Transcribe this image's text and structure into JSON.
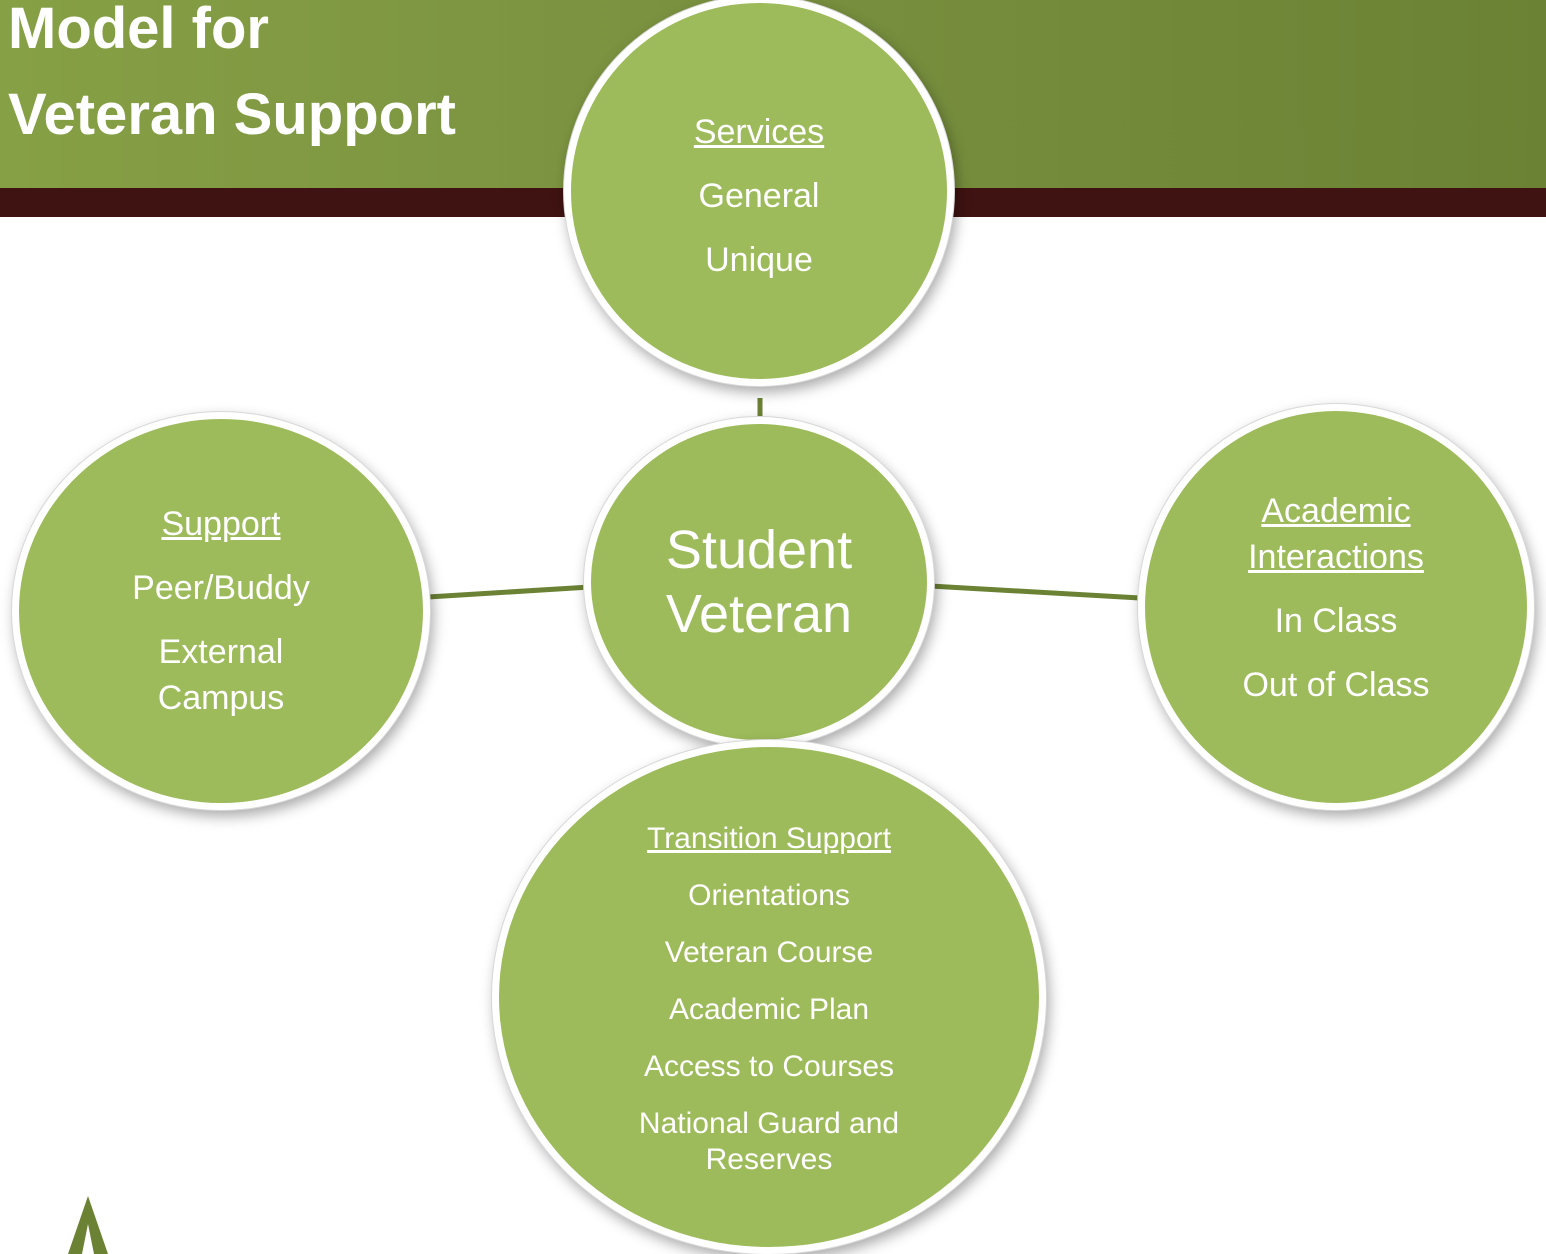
{
  "title": {
    "line1": "Model for",
    "line2": "Veteran Support"
  },
  "colors": {
    "header_green": "#7a9140",
    "header_rule": "#3f1312",
    "circle_fill": "#9dbb5a",
    "circle_border": "#ffffff",
    "connector": "#6b8234",
    "text": "#ffffff"
  },
  "center": {
    "line1": "Student",
    "line2": "Veteran"
  },
  "services": {
    "heading": "Services",
    "items": [
      "General",
      "Unique"
    ]
  },
  "support": {
    "heading": "Support",
    "items": [
      "Peer/Buddy",
      "External",
      "Campus"
    ]
  },
  "academic": {
    "heading_line1": "Academic",
    "heading_line2": "Interactions",
    "items": [
      "In Class",
      "Out of Class"
    ]
  },
  "transition": {
    "heading": "Transition Support",
    "items": [
      "Orientations",
      "Veteran Course",
      "Academic Plan",
      "Access to Courses",
      "National Guard and Reserves"
    ]
  },
  "logo_icon": "green-triangle-logo-icon"
}
